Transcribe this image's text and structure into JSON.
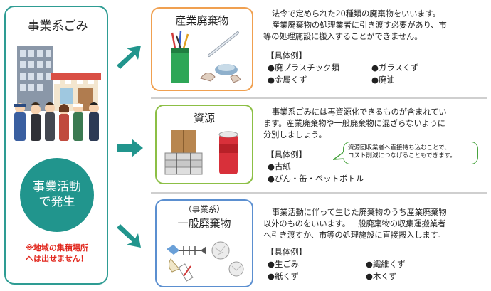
{
  "left": {
    "title": "事業系ごみ",
    "circle_line1": "事業活動",
    "circle_line2": "で発生",
    "warn_line1": "※地域の集積場所",
    "warn_line2": "へは出せません！"
  },
  "sections": [
    {
      "title": "産業廃棄物",
      "desc_line1": "法令で定められた20種類の廃棄物をいいます。",
      "desc_line2": "産業廃棄物の処理業者に引き渡す必要があり、市",
      "desc_line3": "等の処理施設に搬入することができません。",
      "examples_label": "【具体例】",
      "examples": [
        "●廃プラスチック類",
        "●ガラスくず",
        "●金属くず",
        "●廃油"
      ]
    },
    {
      "title": "資源",
      "desc_line1": "事業系ごみには再資源化できるものが含まれてい",
      "desc_line2": "ます。産業廃棄物や一般廃棄物に混ざらないように",
      "desc_line3": "分別しましょう。",
      "examples_label": "【具体例】",
      "examples": [
        "●古紙",
        "●びん・缶・ペットボトル"
      ],
      "bubble_line1": "資源回収業者へ直接持ち込むことで、",
      "bubble_line2": "コスト削減につなげることもできます。"
    },
    {
      "title_small": "（事業系）",
      "title": "一般廃棄物",
      "desc_line1": "事業活動に伴って生じた廃棄物のうち産業廃棄物",
      "desc_line2": "以外のものをいいます。一般廃棄物の収集運搬業者",
      "desc_line3": "へ引き渡すか、市等の処理施設に直接搬入します。",
      "examples_label": "【具体例】",
      "examples": [
        "●生ごみ",
        "●繊維くず",
        "●紙くず",
        "●木くず"
      ]
    }
  ],
  "colors": {
    "teal": "#2e9c93",
    "orange": "#f0a050",
    "green": "#8cbf45",
    "blue": "#5b8fd0",
    "warn": "#e1261c"
  }
}
